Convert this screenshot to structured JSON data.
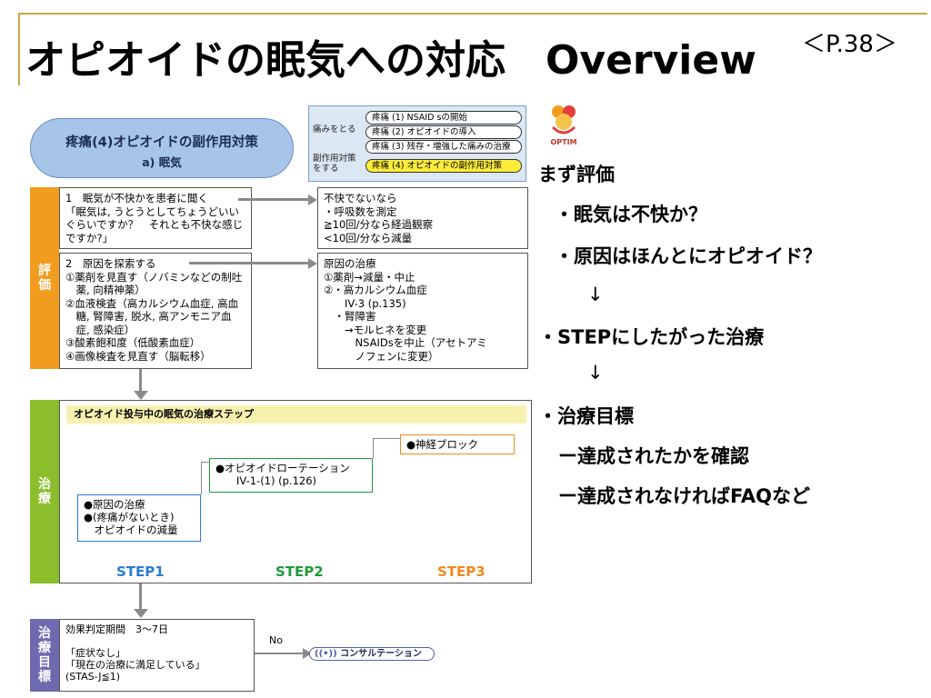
{
  "slide": {
    "title": "オピオイドの眠気への対応　Overview",
    "page_ref": "＜P.38＞"
  },
  "flow": {
    "header_line1": "疼痛(4)オピオイドの副作用対策",
    "header_line2": "a) 眠気",
    "menu": {
      "label_pain": "痛みをとる",
      "label_side": "副作用対策\nをする",
      "items": [
        "疼痛 (1) NSAID sの開始",
        "疼痛 (2) オピオイドの導入",
        "疼痛 (3) 残存・増強した痛みの治療",
        "疼痛 (4) オピオイドの副作用対策"
      ]
    },
    "eval_label": "評\n価",
    "treat_label": "治\n療",
    "goal_label": "治\n療\n目\n標",
    "eval1": "1　眠気が不快かを患者に聞く\n「眠気は, うとうとしてちょうどいい\nぐらいですか？　それとも不快な感じ\nですか?」",
    "eval1_result": "不快でないなら\n・呼吸数を測定\n≧10回/分なら経過観察\n<10回/分なら減量",
    "eval2": "2　原因を探索する\n①薬剤を見直す（ノバミンなどの制吐\n　薬, 向精神薬）\n②血液検査（高カルシウム血症, 高血\n　糖, 腎障害, 脱水, 高アンモニア血\n　症, 感染症）\n③酸素飽和度（低酸素血症）\n④画像検査を見直す（脳転移）",
    "eval2_result": "原因の治療\n①薬剤→減量・中止\n②・高カルシウム血症\n　　IV-3 (p.135)\n　・腎障害\n　　→モルヒネを変更\n　　　NSAIDsを中止（アセトアミ\n　　　ノフェンに変更）",
    "treat_header": "オピオイド投与中の眠気の治療ステップ",
    "step1_text": "●原因の治療\n●(疼痛がないとき)\n　オピオイドの減量",
    "step2_text": "●オピオイドローテーション\n　　IV-1-(1) (p.126)",
    "step3_text": "●神経ブロック",
    "step1_label": "STEP1",
    "step2_label": "STEP2",
    "step3_label": "STEP3",
    "goal_text": "効果判定期間　3〜7日\n\n「症状なし」\n「現在の治療に満足している」\n(STAS-J≦1)",
    "no_label": "No",
    "consult_label": "コンサルテーション",
    "logo_text": "OPTIM"
  },
  "notes": {
    "l1": "まず評価",
    "l2": "・眠気は不快か？",
    "l3": "・原因はほんとにオピオイド？",
    "l4": "↓",
    "l5": "・STEPにしたがった治療",
    "l6": "↓",
    "l7": "・治療目標",
    "l8": "ー達成されたかを確認",
    "l9": "ー達成されなければFAQなど"
  },
  "colors": {
    "eval": "#f29c1f",
    "treat": "#8bbd2c",
    "goal": "#6f6ab0",
    "step1": "#2a7ad5",
    "step2": "#1e9a3a",
    "step3": "#f0891e"
  }
}
